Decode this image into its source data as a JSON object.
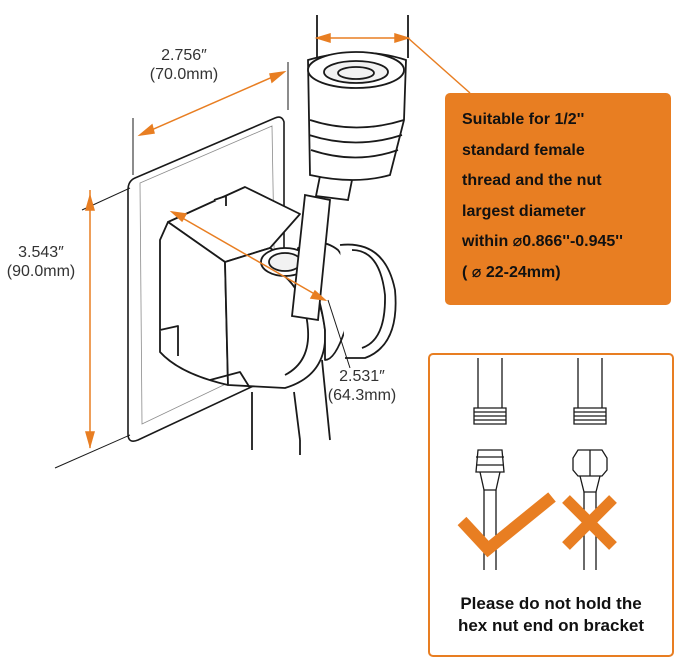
{
  "dimensions": {
    "width": {
      "inch": "2.756″",
      "mm": "(70.0mm)"
    },
    "height": {
      "inch": "3.543″",
      "mm": "(90.0mm)"
    },
    "depth": {
      "inch": "2.531″",
      "mm": "(64.3mm)"
    }
  },
  "info_box": {
    "lines": [
      "Suitable for 1/2''",
      "standard female",
      "thread and the nut",
      "largest diameter",
      "within ⌀0.866''-0.945''",
      "( ⌀ 22-24mm)"
    ]
  },
  "warning": {
    "lines": [
      "Please do not hold the",
      "hex nut end on bracket"
    ],
    "correct_mark": "check-icon",
    "wrong_mark": "cross-icon"
  },
  "colors": {
    "accent": "#e87e22",
    "line": "#1a1a1a"
  }
}
